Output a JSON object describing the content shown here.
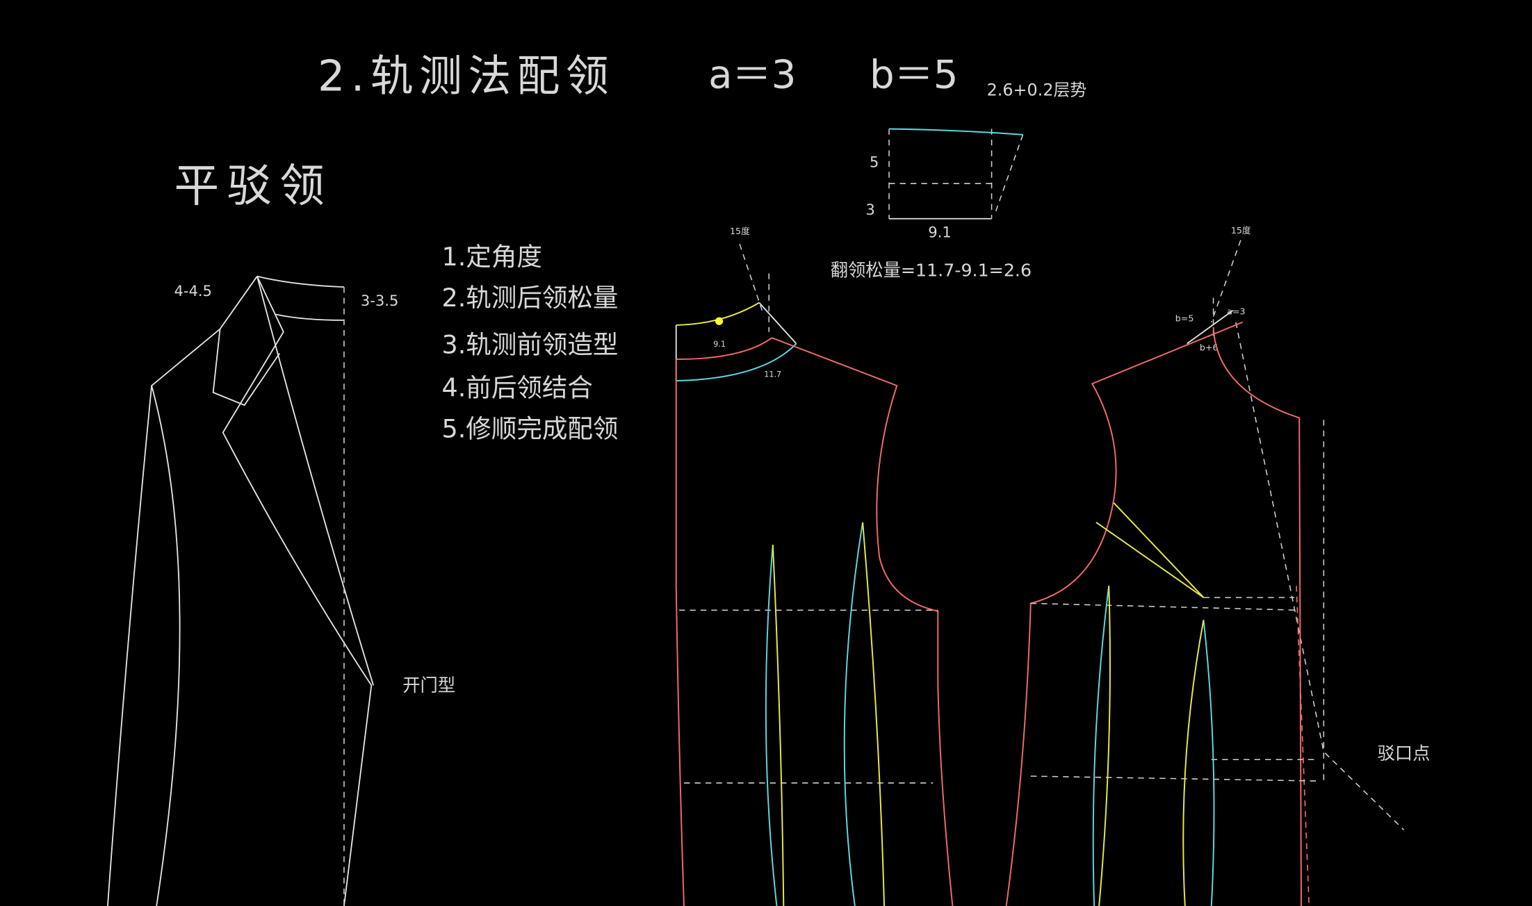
{
  "title": {
    "main": "2.轨测法配领",
    "a": "a＝3",
    "b": "b＝5",
    "note": "2.6+0.2层势"
  },
  "subtitle": "平驳领",
  "steps": [
    "1.定角度",
    "2.轨测后领松量",
    "3.轨测前领造型",
    "4.前后领结合",
    "5.修顺完成配领"
  ],
  "lapel": {
    "left_measure": "4-4.5",
    "right_measure": "3-3.5",
    "style": "开门型"
  },
  "collar_box": {
    "height_top": "5",
    "height_bottom": "3",
    "width": "9.1",
    "formula": "翻领松量=11.7-9.1=2.6"
  },
  "back_piece": {
    "angle": "15度",
    "arc1": "9.1",
    "arc2": "11.7"
  },
  "front_piece": {
    "angle": "15度",
    "b_label": "b=5",
    "a_label": "a=3",
    "b6_label": "b+6",
    "break_point": "驳口点"
  },
  "colors": {
    "red": "#f06a6a",
    "yellow": "#e8e84a",
    "cyan": "#5fd8e0",
    "white": "#e6e6e6"
  }
}
